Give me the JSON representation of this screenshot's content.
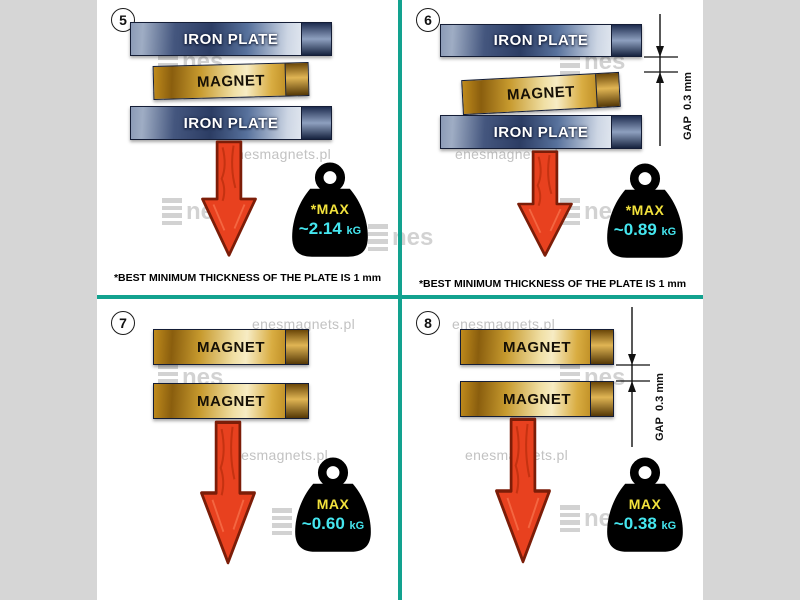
{
  "colors": {
    "divider_teal": "#12a28f",
    "arrow_red": "#e8411f",
    "max_label_yellow": "#f2e23c",
    "value_cyan": "#45e6ef",
    "iron_plate_blue": "#2c3d64",
    "magnet_gold": "#d9ad42"
  },
  "watermark": {
    "site": "enesmagnets.pl",
    "brand": "nes"
  },
  "panels": [
    {
      "number": "5",
      "layers": [
        {
          "label": "IRON PLATE"
        },
        {
          "label": "MAGNET"
        },
        {
          "label": "IRON PLATE"
        }
      ],
      "weight": {
        "max": "*MAX",
        "value": "~2.14",
        "unit": "kG"
      },
      "footnote": {
        "text": "*BEST MINIMUM THICKNESS OF THE PLATE IS",
        "bold": "1 mm"
      }
    },
    {
      "number": "6",
      "layers": [
        {
          "label": "IRON PLATE"
        },
        {
          "label": "MAGNET"
        },
        {
          "label": "IRON PLATE"
        }
      ],
      "gap": {
        "label": "GAP",
        "value": "0.3 mm"
      },
      "weight": {
        "max": "*MAX",
        "value": "~0.89",
        "unit": "kG"
      },
      "footnote": {
        "text": "*BEST MINIMUM THICKNESS OF THE PLATE IS",
        "bold": "1 mm"
      }
    },
    {
      "number": "7",
      "layers": [
        {
          "label": "MAGNET"
        },
        {
          "label": "MAGNET"
        }
      ],
      "weight": {
        "max": "MAX",
        "value": "~0.60",
        "unit": "kG"
      }
    },
    {
      "number": "8",
      "layers": [
        {
          "label": "MAGNET"
        },
        {
          "label": "MAGNET"
        }
      ],
      "gap": {
        "label": "GAP",
        "value": "0.3 mm"
      },
      "weight": {
        "max": "MAX",
        "value": "~0.38",
        "unit": "kG"
      }
    }
  ]
}
